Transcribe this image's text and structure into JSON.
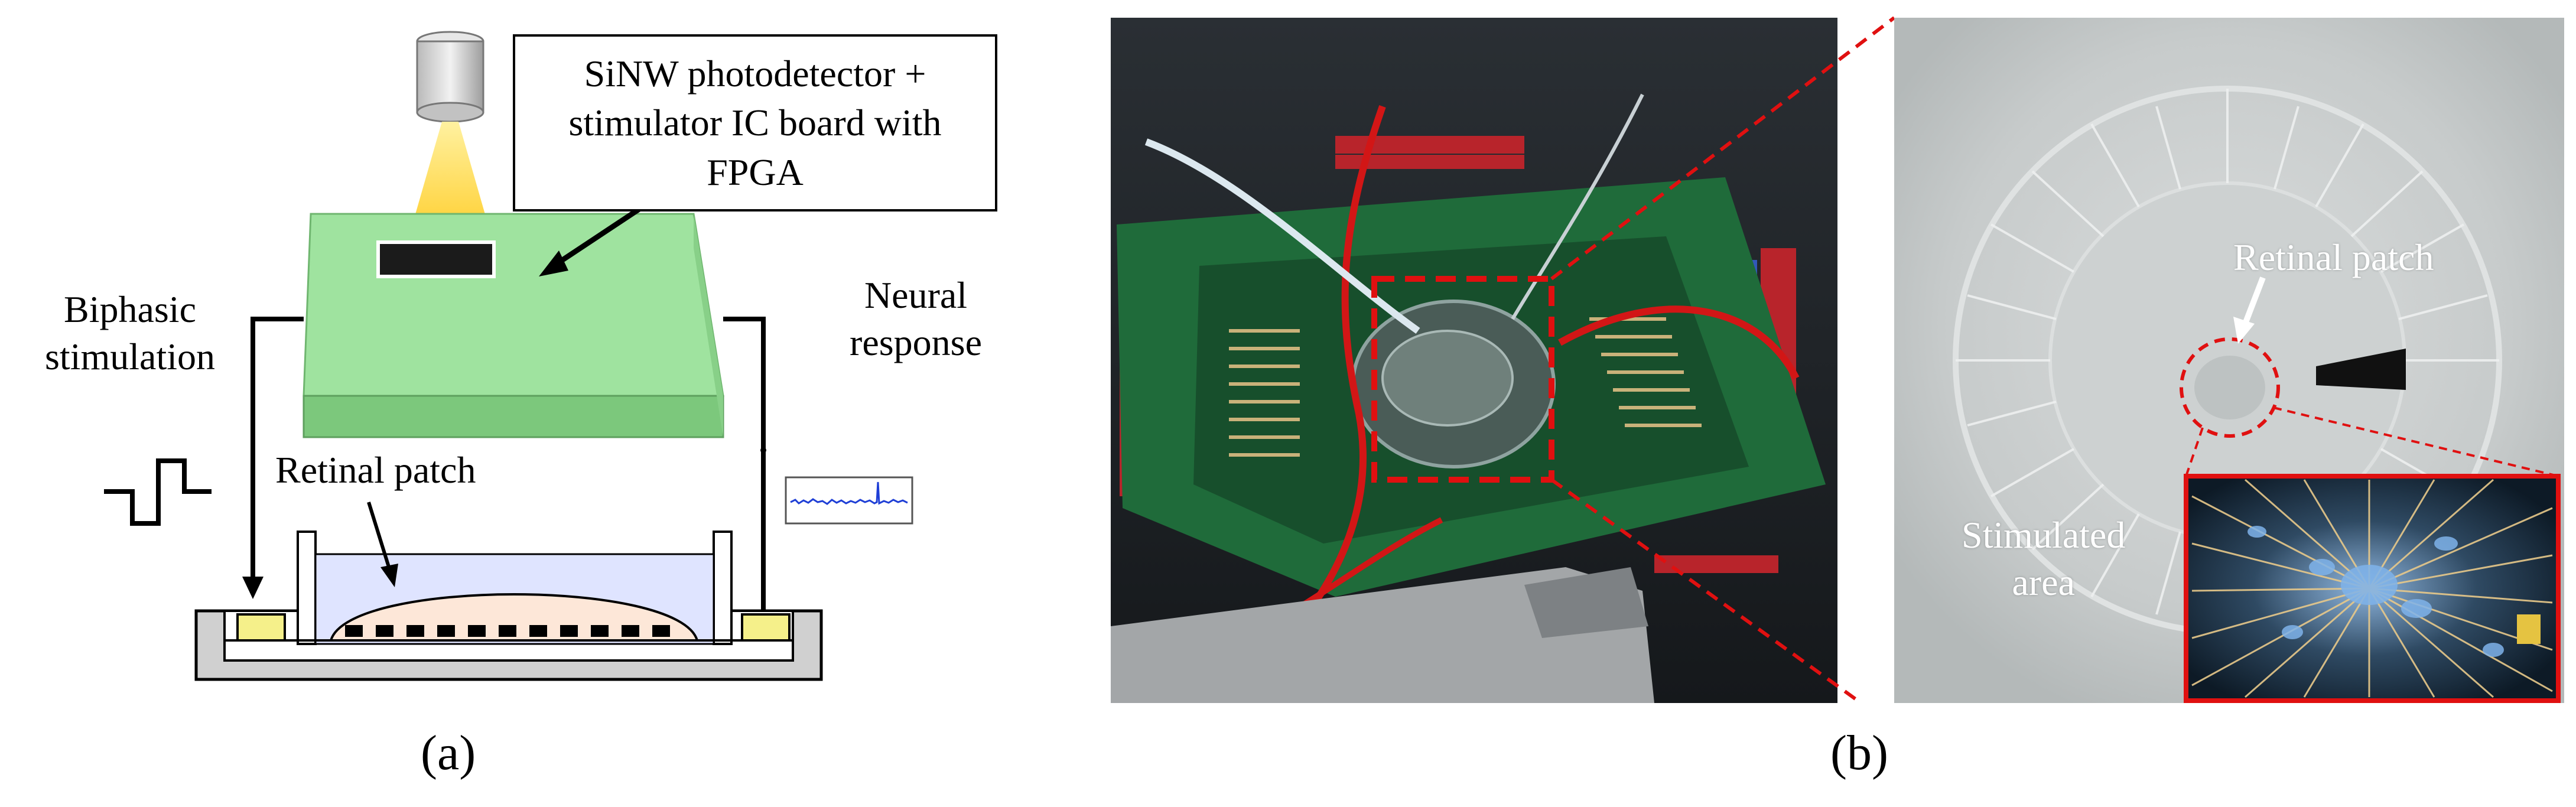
{
  "panel_a": {
    "callout": "SiNW photodetector +\nstimulator IC board with\nFPGA",
    "biphasic_label": "Biphasic\nstimulation",
    "neural_label": "Neural\nresponse",
    "retinal_label": "Retinal patch",
    "caption": "(a)",
    "colors": {
      "board_top": "#9fe39f",
      "board_side": "#7cc87c",
      "dish_fill": "#dfe4ff",
      "patch_fill": "#fde7d8",
      "light_cone": "#ffe27a",
      "signal_trace": "#1f3fd6",
      "electrode_pad": "#f5f08a"
    }
  },
  "panel_b": {
    "retinal_label": "Retinal patch",
    "stimulated_label": "Stimulated\narea",
    "caption": "(b)",
    "colors": {
      "dashed_highlight": "#e01010",
      "pcb_green": "#1f6b3a",
      "wire_red": "#d21616"
    }
  }
}
